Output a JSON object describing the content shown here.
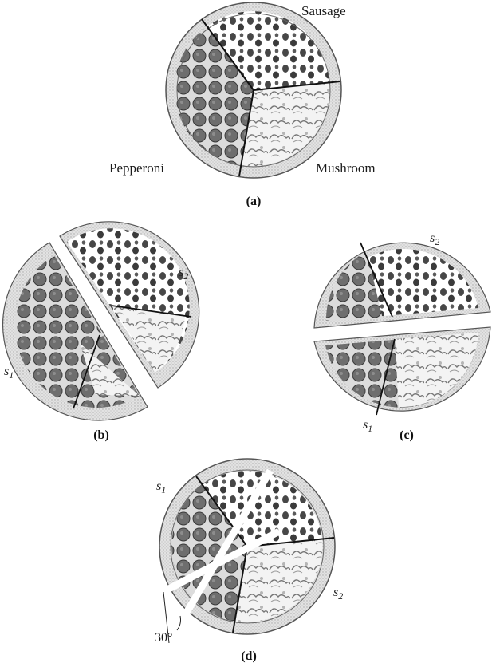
{
  "panel_a": {
    "caption": "(a)",
    "labels": {
      "sausage": "Sausage",
      "pepperoni": "Pepperoni",
      "mushroom": "Mushroom"
    }
  },
  "panel_b": {
    "caption": "(b)",
    "s1": "s",
    "s1_sub": "1",
    "s2": "s",
    "s2_sub": "2"
  },
  "panel_c": {
    "caption": "(c)",
    "s1": "s",
    "s1_sub": "1",
    "s2": "s",
    "s2_sub": "2"
  },
  "panel_d": {
    "caption": "(d)",
    "s1": "s",
    "s1_sub": "1",
    "s2": "s",
    "s2_sub": "2",
    "angle": "30°"
  }
}
